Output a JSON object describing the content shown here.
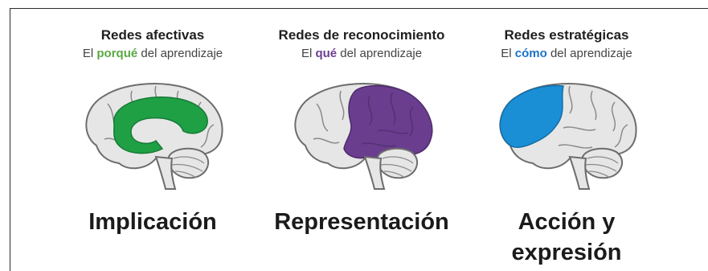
{
  "colors": {
    "affective": "#5aa844",
    "recognition": "#6b3f92",
    "strategic": "#1a73c8",
    "brain_fill": "#e6e6e6",
    "brain_stroke": "#6d6d6d",
    "region_affective": "#1fa045",
    "region_recognition": "#6a3d8f",
    "region_strategic": "#1a8fd6"
  },
  "columns": [
    {
      "title": "Redes afectivas",
      "subtitle_before": "El ",
      "subtitle_keyword": "porqué",
      "subtitle_after": " del aprendizaje",
      "label": "Implicación",
      "brain_icon": "brain-limbic-icon"
    },
    {
      "title": "Redes de reconocimiento",
      "subtitle_before": "El ",
      "subtitle_keyword": "qué",
      "subtitle_after": " del aprendizaje",
      "label": "Representación",
      "brain_icon": "brain-posterior-icon"
    },
    {
      "title": "Redes estratégicas",
      "subtitle_before": "El ",
      "subtitle_keyword": "cómo",
      "subtitle_after": " del aprendizaje",
      "label_line1": "Acción y",
      "label_line2": "expresión",
      "brain_icon": "brain-frontal-icon"
    }
  ]
}
